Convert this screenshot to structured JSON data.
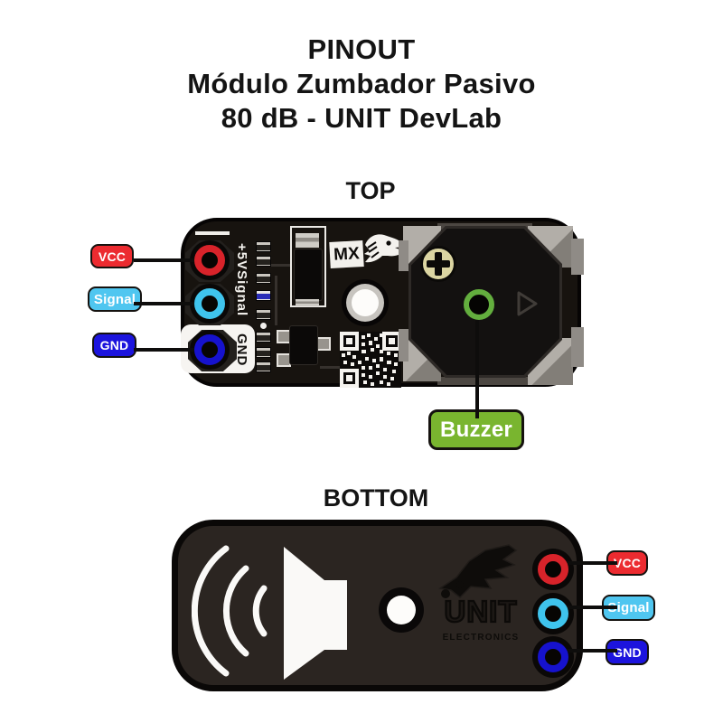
{
  "title": {
    "line1": "PINOUT",
    "line2": "Módulo Zumbador Pasivo",
    "line3": "80 dB - UNIT DevLab"
  },
  "top_view": {
    "heading": "TOP",
    "pin_labels": [
      "VCC",
      "Signal",
      "GND"
    ],
    "silk_rail": "+5VSignal",
    "silk_gnd": "GND",
    "silk_mx": "MX",
    "buzzer_label": "Buzzer"
  },
  "bottom_view": {
    "heading": "BOTTOM",
    "pin_labels": [
      "VCC",
      "Signal",
      "GND"
    ],
    "logo_title": "UNIT",
    "logo_subtitle": "ELECTRONICS"
  },
  "colors": {
    "vcc_label": "#ec2b30",
    "signal_label": "#4fc6f0",
    "gnd_label": "#1c14dd",
    "buzzer_label_bg": "#79b52f",
    "pin_red": "#d8232a",
    "pin_cyan": "#3fc4ed",
    "pin_blue": "#1612cd",
    "buzzer_ring_green": "#63ae3e",
    "board_top": "#17130f",
    "board_bottom": "#2b2521"
  }
}
